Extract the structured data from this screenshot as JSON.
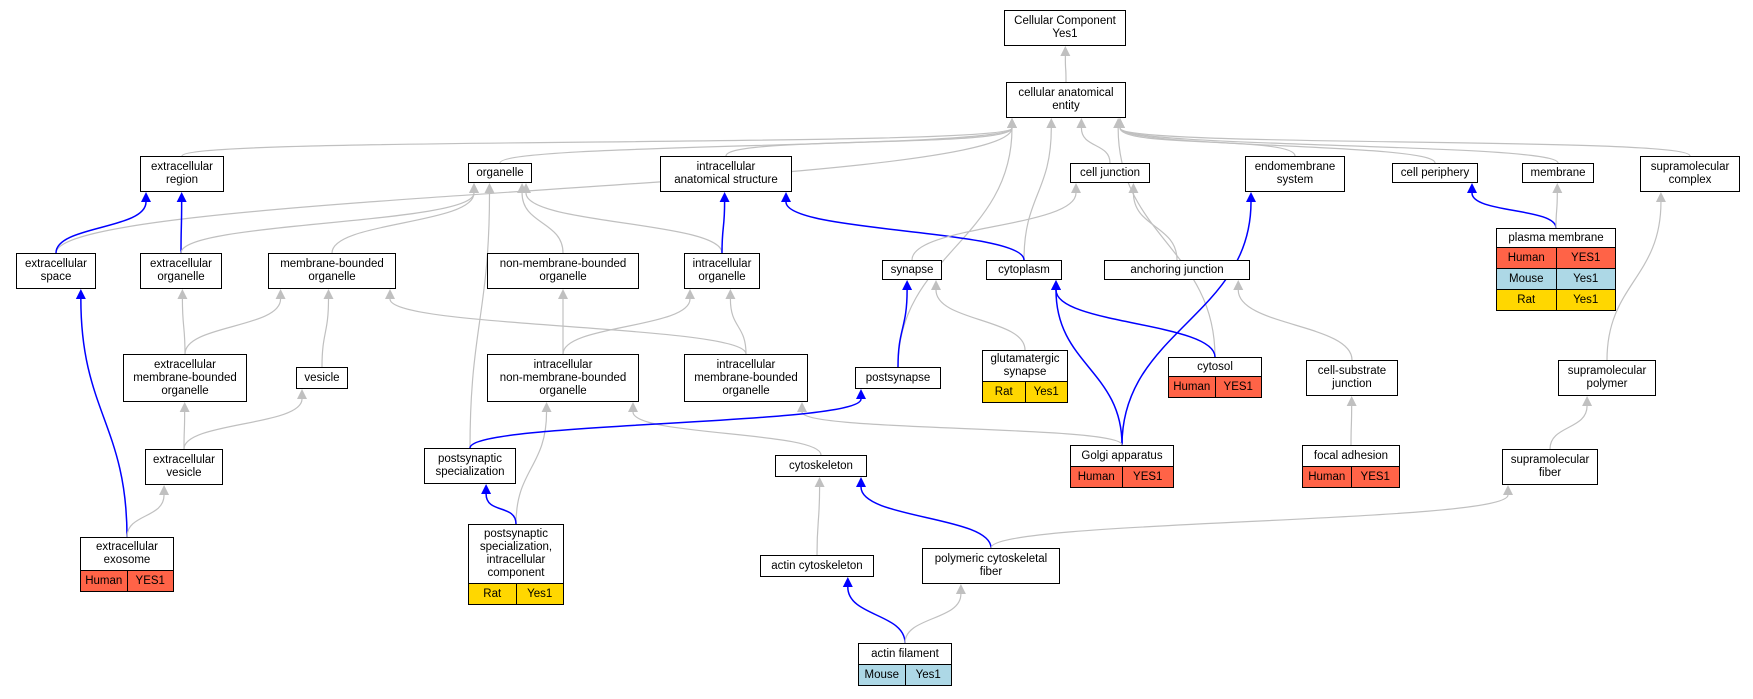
{
  "colors": {
    "is_a_edge": "#c0c0c0",
    "part_of_edge": "#0000ff",
    "human": "#ff6347",
    "mouse": "#add8e6",
    "rat": "#ffd700"
  },
  "nodes": {
    "cellular_component": {
      "label": "Cellular Component\nYes1"
    },
    "cellular_anatomical_entity": {
      "label": "cellular anatomical\nentity"
    },
    "extracellular_region": {
      "label": "extracellular\nregion"
    },
    "organelle": {
      "label": "organelle"
    },
    "intracellular_anatomical_structure": {
      "label": "intracellular\nanatomical structure"
    },
    "cell_junction": {
      "label": "cell junction"
    },
    "endomembrane_system": {
      "label": "endomembrane\nsystem"
    },
    "cell_periphery": {
      "label": "cell periphery"
    },
    "membrane": {
      "label": "membrane"
    },
    "supramolecular_complex": {
      "label": "supramolecular\ncomplex"
    },
    "extracellular_space": {
      "label": "extracellular\nspace"
    },
    "extracellular_organelle": {
      "label": "extracellular\norganelle"
    },
    "membrane_bounded_organelle": {
      "label": "membrane-bounded\norganelle"
    },
    "non_membrane_bounded_organelle": {
      "label": "non-membrane-bounded\norganelle"
    },
    "intracellular_organelle": {
      "label": "intracellular\norganelle"
    },
    "synapse": {
      "label": "synapse"
    },
    "cytoplasm": {
      "label": "cytoplasm"
    },
    "anchoring_junction": {
      "label": "anchoring junction"
    },
    "plasma_membrane": {
      "label": "plasma membrane",
      "rows": [
        [
          "Human",
          "YES1"
        ],
        [
          "Mouse",
          "Yes1"
        ],
        [
          "Rat",
          "Yes1"
        ]
      ]
    },
    "extracellular_membrane_bounded_organelle": {
      "label": "extracellular\nmembrane-bounded\norganelle"
    },
    "vesicle": {
      "label": "vesicle"
    },
    "intracellular_non_membrane_bounded_organelle": {
      "label": "intracellular\nnon-membrane-bounded\norganelle"
    },
    "intracellular_membrane_bounded_organelle": {
      "label": "intracellular\nmembrane-bounded\norganelle"
    },
    "postsynapse": {
      "label": "postsynapse"
    },
    "glutamatergic_synapse": {
      "label": "glutamatergic\nsynapse",
      "rows": [
        [
          "Rat",
          "Yes1"
        ]
      ]
    },
    "cytosol": {
      "label": "cytosol",
      "rows": [
        [
          "Human",
          "YES1"
        ]
      ]
    },
    "cell_substrate_junction": {
      "label": "cell-substrate\njunction"
    },
    "supramolecular_polymer": {
      "label": "supramolecular\npolymer"
    },
    "extracellular_vesicle": {
      "label": "extracellular\nvesicle"
    },
    "postsynaptic_specialization": {
      "label": "postsynaptic\nspecialization"
    },
    "cytoskeleton": {
      "label": "cytoskeleton"
    },
    "golgi_apparatus": {
      "label": "Golgi apparatus",
      "rows": [
        [
          "Human",
          "YES1"
        ]
      ]
    },
    "focal_adhesion": {
      "label": "focal adhesion",
      "rows": [
        [
          "Human",
          "YES1"
        ]
      ]
    },
    "supramolecular_fiber": {
      "label": "supramolecular\nfiber"
    },
    "extracellular_exosome": {
      "label": "extracellular\nexosome",
      "rows": [
        [
          "Human",
          "YES1"
        ]
      ]
    },
    "postsynaptic_specialization_intracellular_component": {
      "label": "postsynaptic\nspecialization,\nintracellular\ncomponent",
      "rows": [
        [
          "Rat",
          "Yes1"
        ]
      ]
    },
    "actin_cytoskeleton": {
      "label": "actin cytoskeleton"
    },
    "polymeric_cytoskeletal_fiber": {
      "label": "polymeric cytoskeletal\nfiber"
    },
    "actin_filament": {
      "label": "actin filament",
      "rows": [
        [
          "Mouse",
          "Yes1"
        ]
      ]
    }
  },
  "edges": [
    {
      "from": "cellular_anatomical_entity",
      "to": "cellular_component",
      "type": "is_a"
    },
    {
      "from": "extracellular_region",
      "to": "cellular_anatomical_entity",
      "type": "is_a"
    },
    {
      "from": "organelle",
      "to": "cellular_anatomical_entity",
      "type": "is_a"
    },
    {
      "from": "intracellular_anatomical_structure",
      "to": "cellular_anatomical_entity",
      "type": "is_a"
    },
    {
      "from": "cell_junction",
      "to": "cellular_anatomical_entity",
      "type": "is_a"
    },
    {
      "from": "endomembrane_system",
      "to": "cellular_anatomical_entity",
      "type": "is_a"
    },
    {
      "from": "cell_periphery",
      "to": "cellular_anatomical_entity",
      "type": "is_a"
    },
    {
      "from": "membrane",
      "to": "cellular_anatomical_entity",
      "type": "is_a"
    },
    {
      "from": "supramolecular_complex",
      "to": "cellular_anatomical_entity",
      "type": "is_a"
    },
    {
      "from": "extracellular_space",
      "to": "cellular_anatomical_entity",
      "type": "is_a"
    },
    {
      "from": "postsynapse",
      "to": "cellular_anatomical_entity",
      "type": "is_a"
    },
    {
      "from": "cytoplasm",
      "to": "cellular_anatomical_entity",
      "type": "is_a"
    },
    {
      "from": "cytosol",
      "to": "cellular_anatomical_entity",
      "type": "is_a"
    },
    {
      "from": "extracellular_space",
      "to": "extracellular_region",
      "type": "part_of"
    },
    {
      "from": "extracellular_organelle",
      "to": "extracellular_region",
      "type": "part_of"
    },
    {
      "from": "extracellular_organelle",
      "to": "organelle",
      "type": "is_a"
    },
    {
      "from": "membrane_bounded_organelle",
      "to": "organelle",
      "type": "is_a"
    },
    {
      "from": "non_membrane_bounded_organelle",
      "to": "organelle",
      "type": "is_a"
    },
    {
      "from": "intracellular_organelle",
      "to": "organelle",
      "type": "is_a"
    },
    {
      "from": "postsynaptic_specialization",
      "to": "organelle",
      "type": "is_a"
    },
    {
      "from": "intracellular_organelle",
      "to": "intracellular_anatomical_structure",
      "type": "part_of"
    },
    {
      "from": "cytoplasm",
      "to": "intracellular_anatomical_structure",
      "type": "part_of"
    },
    {
      "from": "synapse",
      "to": "cell_junction",
      "type": "is_a"
    },
    {
      "from": "anchoring_junction",
      "to": "cell_junction",
      "type": "is_a"
    },
    {
      "from": "golgi_apparatus",
      "to": "endomembrane_system",
      "type": "part_of"
    },
    {
      "from": "plasma_membrane",
      "to": "cell_periphery",
      "type": "part_of"
    },
    {
      "from": "plasma_membrane",
      "to": "membrane",
      "type": "is_a"
    },
    {
      "from": "supramolecular_polymer",
      "to": "supramolecular_complex",
      "type": "is_a"
    },
    {
      "from": "extracellular_exosome",
      "to": "extracellular_space",
      "type": "part_of"
    },
    {
      "from": "extracellular_membrane_bounded_organelle",
      "to": "extracellular_organelle",
      "type": "is_a"
    },
    {
      "from": "extracellular_membrane_bounded_organelle",
      "to": "membrane_bounded_organelle",
      "type": "is_a"
    },
    {
      "from": "vesicle",
      "to": "membrane_bounded_organelle",
      "type": "is_a"
    },
    {
      "from": "intracellular_membrane_bounded_organelle",
      "to": "membrane_bounded_organelle",
      "type": "is_a"
    },
    {
      "from": "intracellular_non_membrane_bounded_organelle",
      "to": "non_membrane_bounded_organelle",
      "type": "is_a"
    },
    {
      "from": "intracellular_non_membrane_bounded_organelle",
      "to": "intracellular_organelle",
      "type": "is_a"
    },
    {
      "from": "intracellular_membrane_bounded_organelle",
      "to": "intracellular_organelle",
      "type": "is_a"
    },
    {
      "from": "postsynapse",
      "to": "synapse",
      "type": "part_of"
    },
    {
      "from": "glutamatergic_synapse",
      "to": "synapse",
      "type": "is_a"
    },
    {
      "from": "cytosol",
      "to": "cytoplasm",
      "type": "part_of"
    },
    {
      "from": "golgi_apparatus",
      "to": "cytoplasm",
      "type": "part_of"
    },
    {
      "from": "cell_substrate_junction",
      "to": "anchoring_junction",
      "type": "is_a"
    },
    {
      "from": "extracellular_vesicle",
      "to": "extracellular_membrane_bounded_organelle",
      "type": "is_a"
    },
    {
      "from": "extracellular_vesicle",
      "to": "vesicle",
      "type": "is_a"
    },
    {
      "from": "cytoskeleton",
      "to": "intracellular_non_membrane_bounded_organelle",
      "type": "is_a"
    },
    {
      "from": "postsynaptic_specialization_intracellular_component",
      "to": "intracellular_non_membrane_bounded_organelle",
      "type": "is_a"
    },
    {
      "from": "golgi_apparatus",
      "to": "intracellular_membrane_bounded_organelle",
      "type": "is_a"
    },
    {
      "from": "postsynaptic_specialization",
      "to": "postsynapse",
      "type": "part_of"
    },
    {
      "from": "focal_adhesion",
      "to": "cell_substrate_junction",
      "type": "is_a"
    },
    {
      "from": "supramolecular_fiber",
      "to": "supramolecular_polymer",
      "type": "is_a"
    },
    {
      "from": "extracellular_exosome",
      "to": "extracellular_vesicle",
      "type": "is_a"
    },
    {
      "from": "postsynaptic_specialization_intracellular_component",
      "to": "postsynaptic_specialization",
      "type": "part_of"
    },
    {
      "from": "actin_cytoskeleton",
      "to": "cytoskeleton",
      "type": "is_a"
    },
    {
      "from": "polymeric_cytoskeletal_fiber",
      "to": "cytoskeleton",
      "type": "part_of"
    },
    {
      "from": "polymeric_cytoskeletal_fiber",
      "to": "supramolecular_fiber",
      "type": "is_a"
    },
    {
      "from": "actin_filament",
      "to": "actin_cytoskeleton",
      "type": "part_of"
    },
    {
      "from": "actin_filament",
      "to": "polymeric_cytoskeletal_fiber",
      "type": "is_a"
    }
  ]
}
